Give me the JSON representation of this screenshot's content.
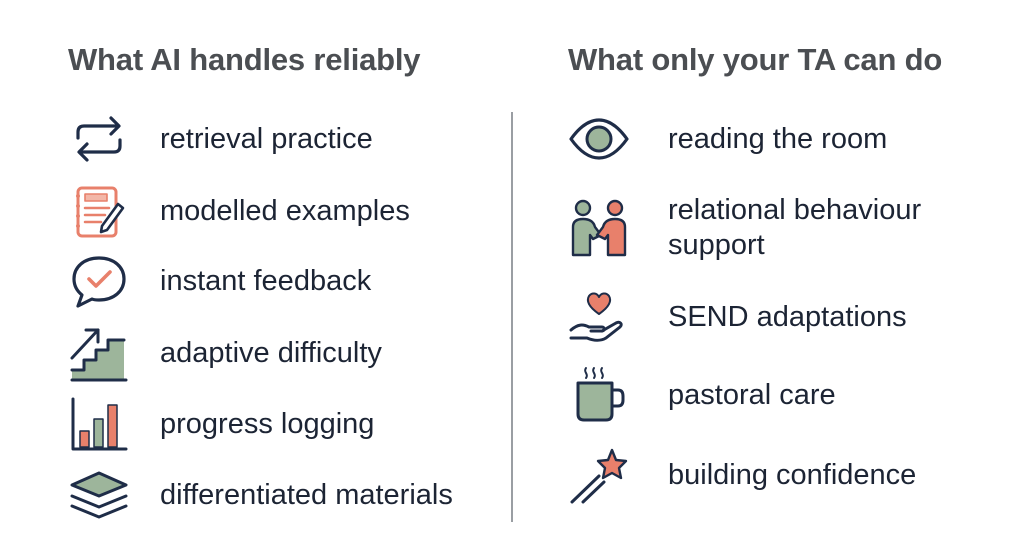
{
  "left_column": {
    "heading": "What AI handles reliably",
    "items": [
      {
        "label": "retrieval practice",
        "icon": "repeat-arrows-icon"
      },
      {
        "label": "modelled examples",
        "icon": "notepad-pencil-icon"
      },
      {
        "label": "instant feedback",
        "icon": "speech-bubble-check-icon"
      },
      {
        "label": "adaptive difficulty",
        "icon": "stairs-arrow-icon"
      },
      {
        "label": "progress logging",
        "icon": "bar-chart-icon"
      },
      {
        "label": "differentiated materials",
        "icon": "layers-icon"
      }
    ]
  },
  "right_column": {
    "heading": "What only your TA can do",
    "items": [
      {
        "label": "reading the room",
        "icon": "eye-icon"
      },
      {
        "label": "relational behaviour support",
        "icon": "handshake-people-icon"
      },
      {
        "label": "SEND adaptations",
        "icon": "hand-heart-icon"
      },
      {
        "label": "pastoral care",
        "icon": "hot-mug-icon"
      },
      {
        "label": "building confidence",
        "icon": "shooting-star-icon"
      }
    ]
  },
  "colors": {
    "navy": "#1f2d48",
    "sage": "#9db59b",
    "coral": "#e8806b",
    "heading": "#4b4e52",
    "divider": "#9a9ea3"
  }
}
